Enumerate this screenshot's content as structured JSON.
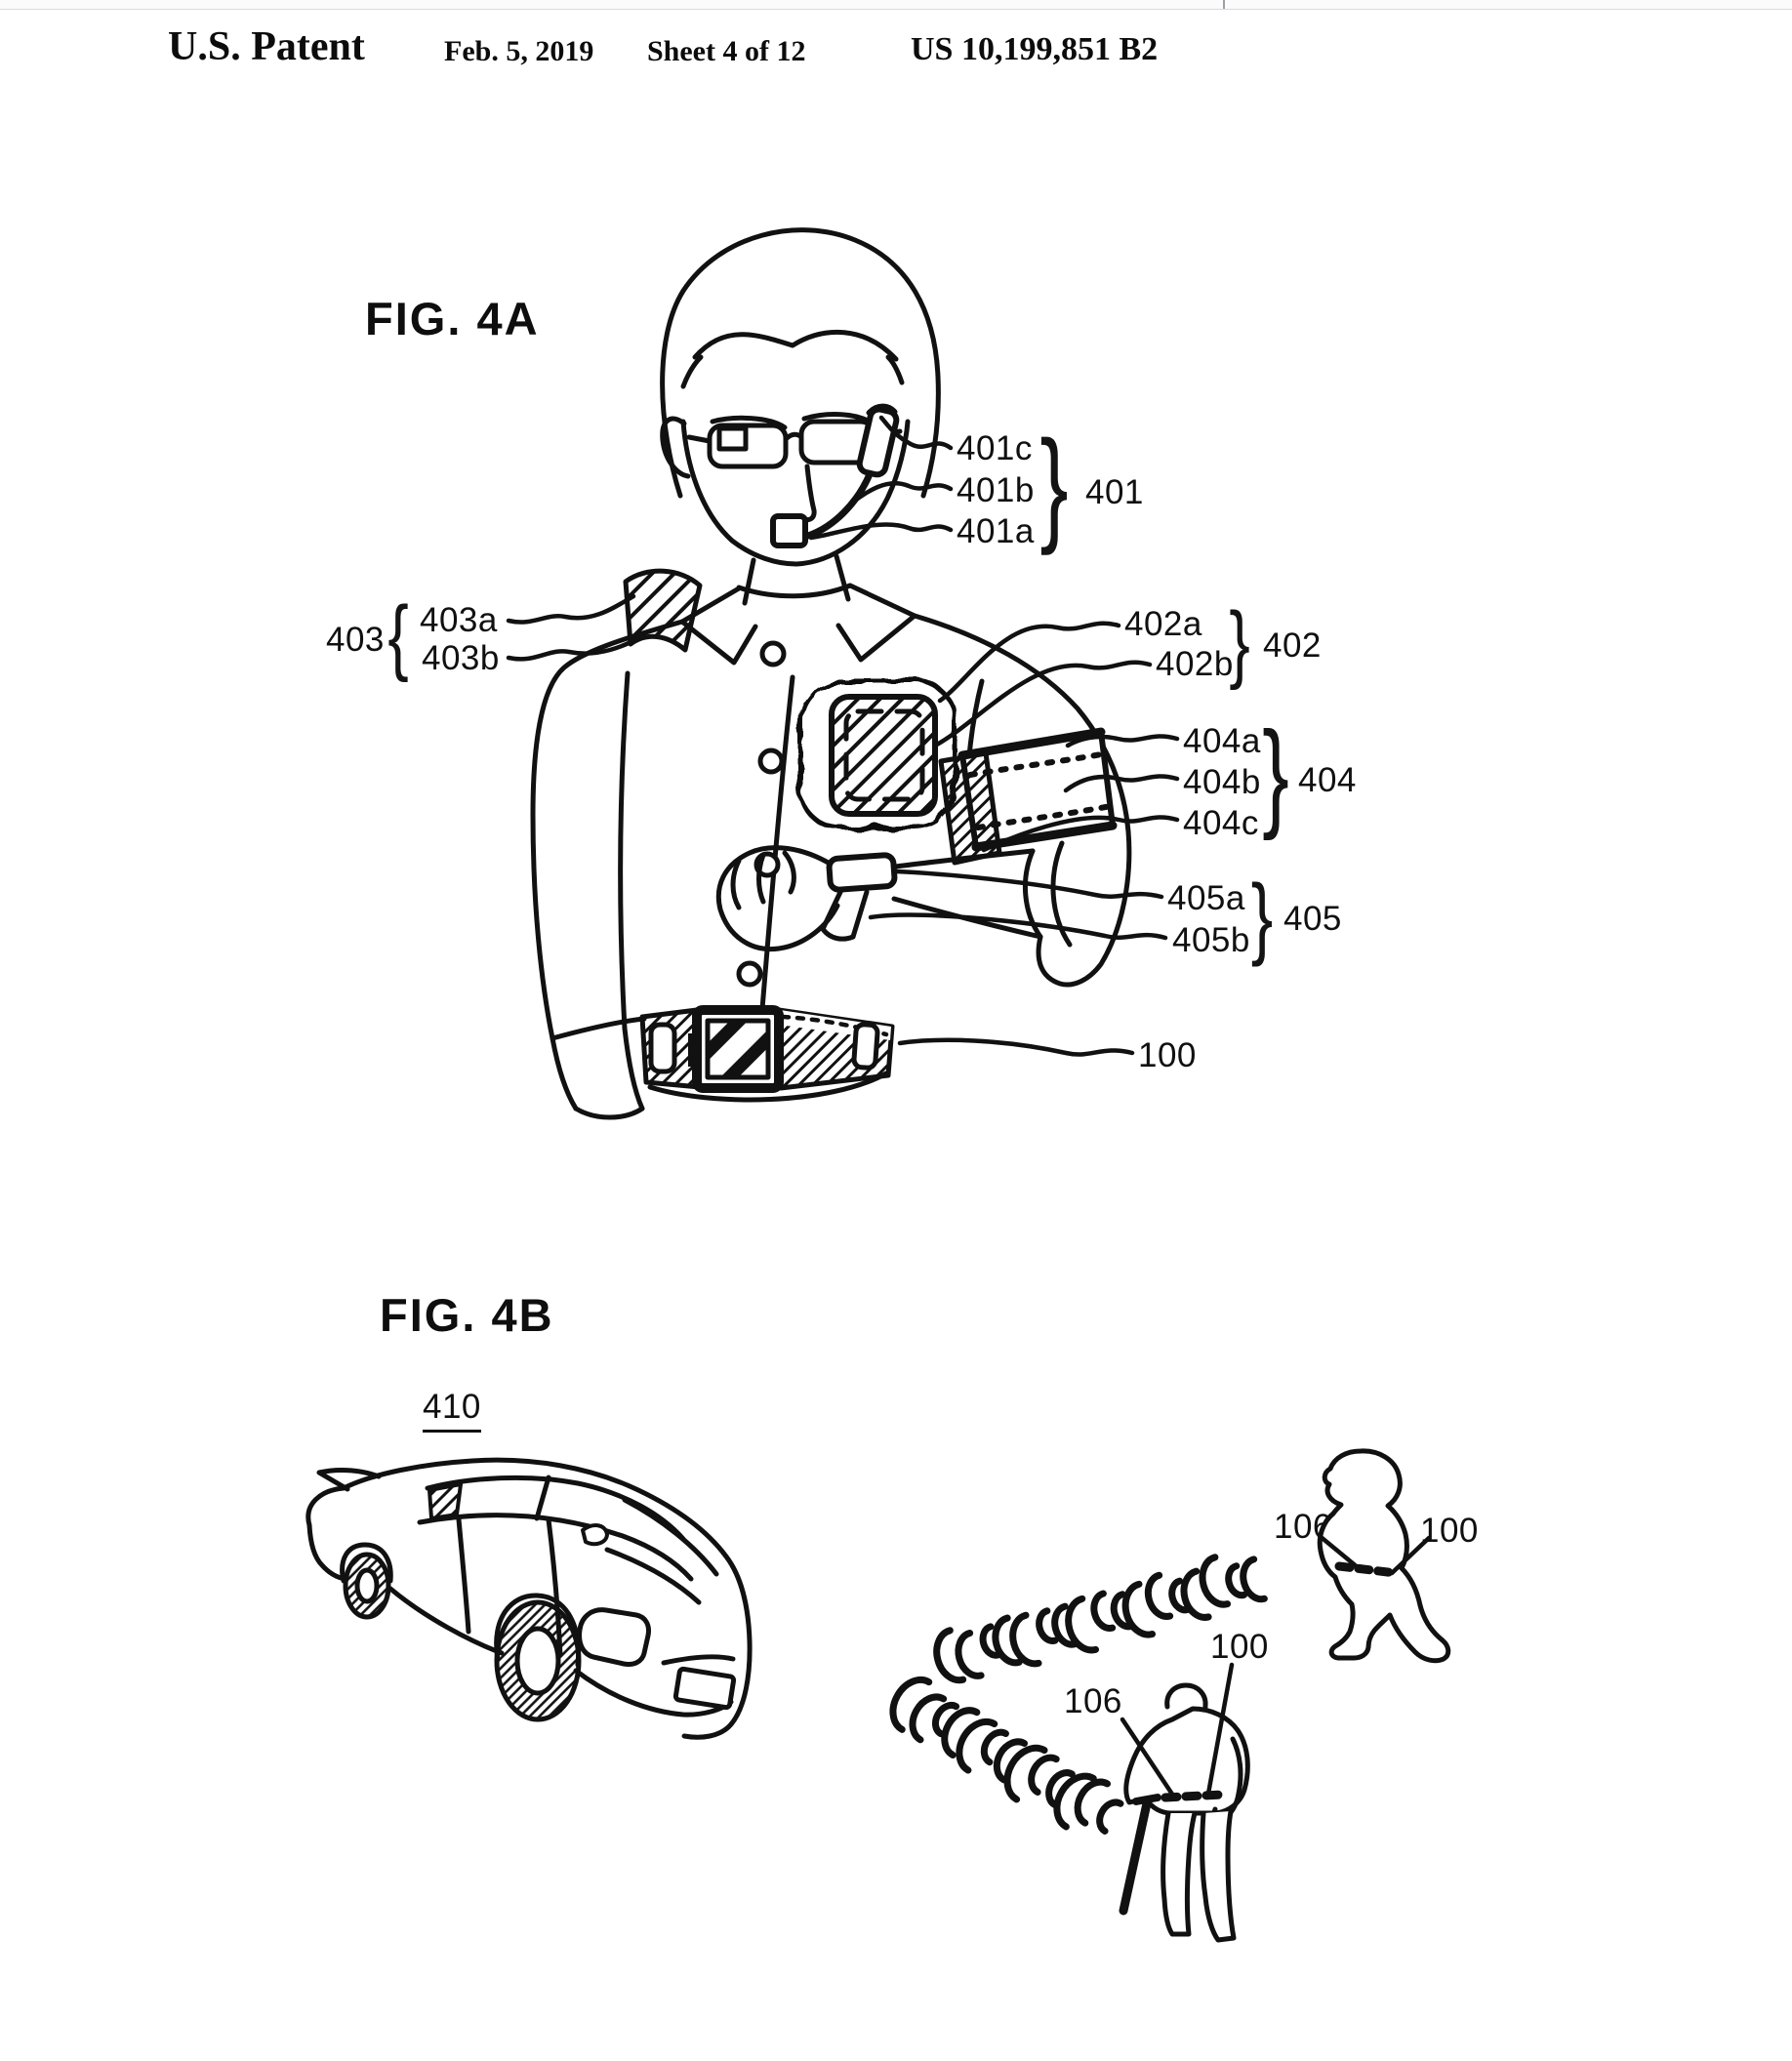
{
  "header": {
    "publication": "U.S. Patent",
    "date": "Feb. 5, 2019",
    "sheet": "Sheet 4 of 12",
    "number": "US 10,199,851 B2"
  },
  "fig4a": {
    "title": "FIG. 4A",
    "refs": {
      "r401c": "401c",
      "r401b": "401b",
      "r401a": "401a",
      "r401": "401",
      "r403": "403",
      "r403a": "403a",
      "r403b": "403b",
      "r402a": "402a",
      "r402b": "402b",
      "r402": "402",
      "r404a": "404a",
      "r404b": "404b",
      "r404c": "404c",
      "r404": "404",
      "r405a": "405a",
      "r405b": "405b",
      "r405": "405",
      "r100": "100"
    }
  },
  "fig4b": {
    "title": "FIG. 4B",
    "r410": "410",
    "child": {
      "r106": "106",
      "r100": "100"
    },
    "senior": {
      "r106": "106",
      "r100": "100"
    }
  },
  "glyphs": {
    "brace_open": "{",
    "brace_close": "}"
  },
  "colors": {
    "ink": "#111111",
    "paper": "#ffffff"
  }
}
